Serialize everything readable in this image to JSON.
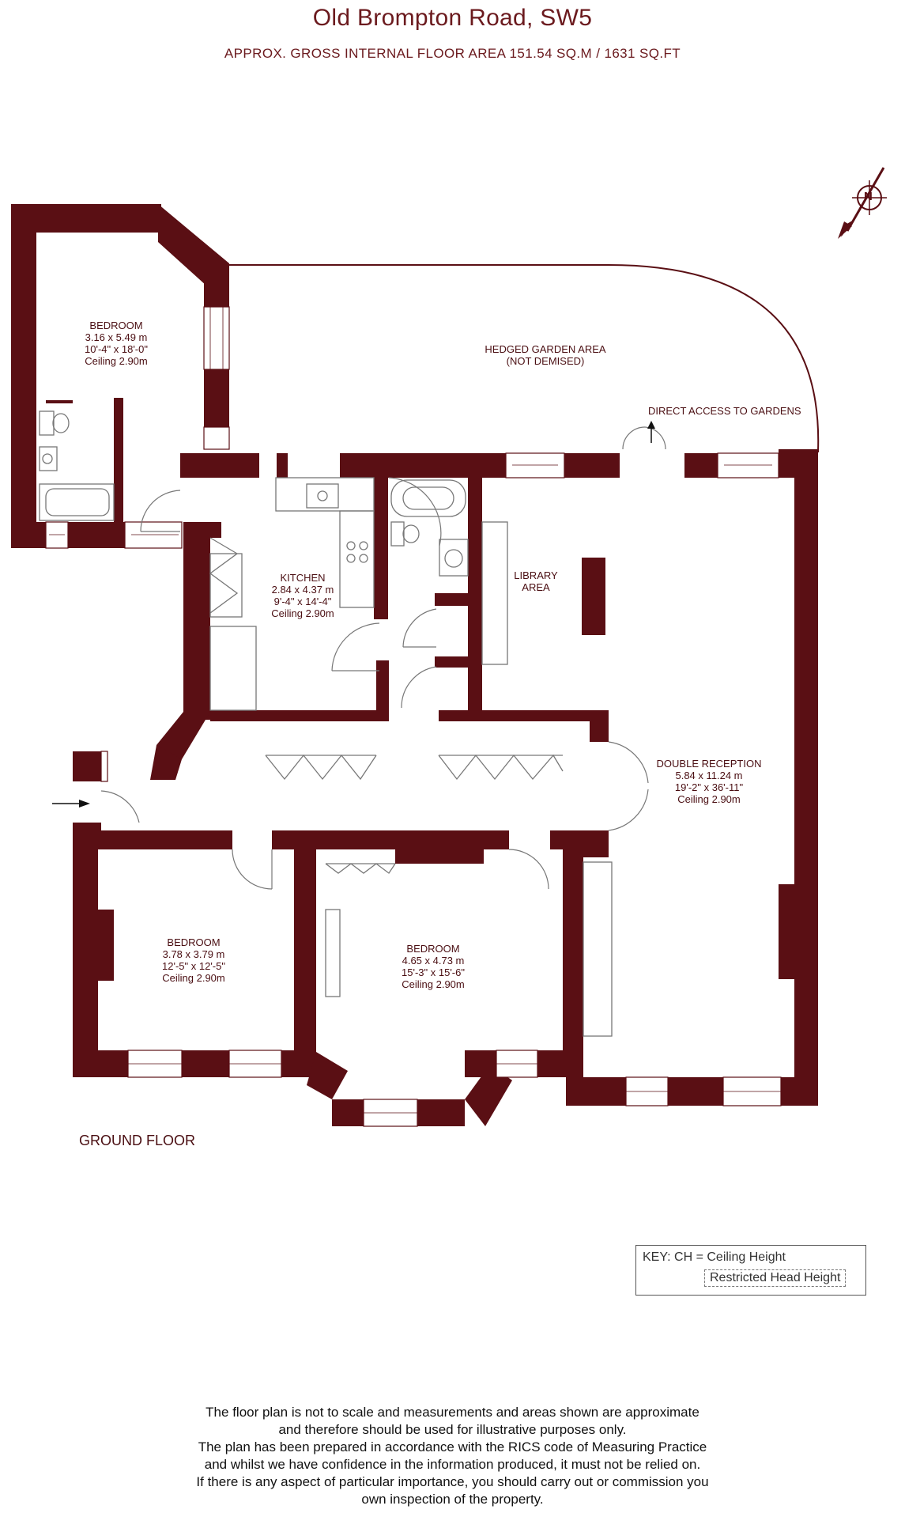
{
  "header": {
    "title": "Old Brompton Road, SW5",
    "subtitle": "APPROX. GROSS INTERNAL FLOOR AREA  151.54 SQ.M / 1631 SQ.FT"
  },
  "rooms": {
    "bedroom_top": {
      "name": "BEDROOM",
      "size_m": "3.16 x 5.49 m",
      "size_ft": "10'-4\" x 18'-0\"",
      "ceiling": "Ceiling 2.90m"
    },
    "kitchen": {
      "name": "KITCHEN",
      "size_m": "2.84 x 4.37 m",
      "size_ft": "9'-4\" x 14'-4\"",
      "ceiling": "Ceiling 2.90m"
    },
    "double_reception": {
      "name": "DOUBLE RECEPTION",
      "size_m": "5.84 x 11.24 m",
      "size_ft": "19'-2\" x 36'-11\"",
      "ceiling": "Ceiling 2.90m"
    },
    "bedroom_left": {
      "name": "BEDROOM",
      "size_m": "3.78 x 3.79 m",
      "size_ft": "12'-5\" x 12'-5\"",
      "ceiling": "Ceiling 2.90m"
    },
    "bedroom_mid": {
      "name": "BEDROOM",
      "size_m": "4.65 x 4.73 m",
      "size_ft": "15'-3\" x 15'-6\"",
      "ceiling": "Ceiling 2.90m"
    }
  },
  "garden": {
    "line1": "HEDGED GARDEN AREA",
    "line2": "(NOT DEMISED)"
  },
  "access": {
    "label": "DIRECT ACCESS TO GARDENS"
  },
  "library": {
    "line1": "LIBRARY",
    "line2": "AREA"
  },
  "compass": {
    "letter": "N"
  },
  "floor": {
    "label": "GROUND FLOOR"
  },
  "key": {
    "line1": "KEY: CH = Ceiling Height",
    "line2": "Restricted Head Height"
  },
  "disclaimer": [
    "The floor plan is not to scale and measurements and areas shown are approximate",
    "and therefore should be used for illustrative purposes only.",
    "The plan has been prepared in accordance with the RICS code of Measuring Practice",
    "and whilst we have confidence in the information produced, it must not be relied on.",
    "If there is any aspect of particular importance, you should carry out or commission you",
    "own inspection of the property."
  ],
  "colors": {
    "wall": "#5a0f14",
    "text": "#4a0e12",
    "fixture": "#777777"
  }
}
